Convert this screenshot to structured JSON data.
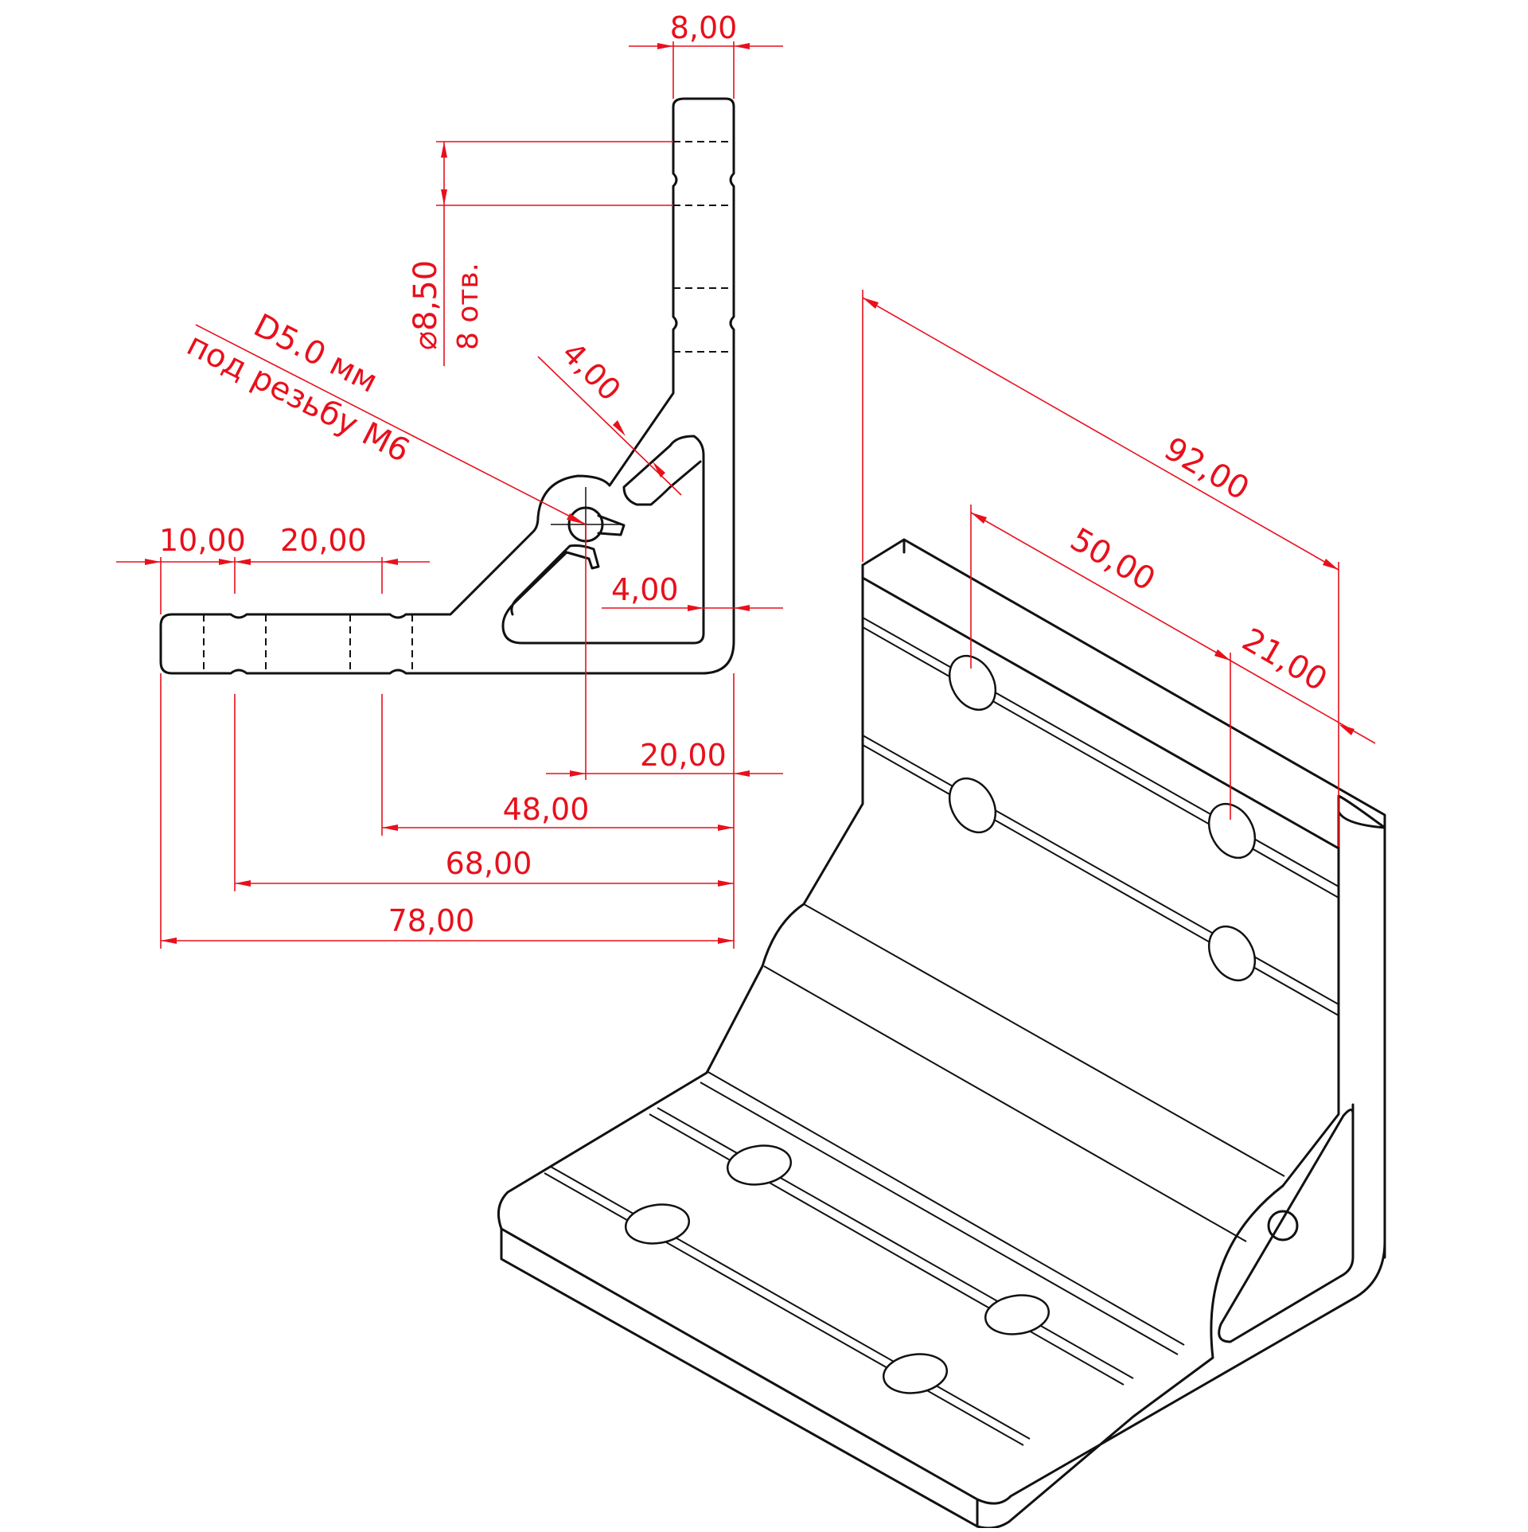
{
  "drawing": {
    "part": "angle-bracket",
    "line_color": "#111111",
    "dimension_color": "#e8101c",
    "background": "#ffffff"
  },
  "dimensions": {
    "thickness_top": "8,00",
    "hole_dia": "⌀8,50",
    "hole_count": "8 отв.",
    "tap_line1": "D5.0 мм",
    "tap_line2": "под резьбу М6",
    "diag_wall": "4,00",
    "pitch_first": "10,00",
    "pitch_second": "20,00",
    "inner_wall": "4,00",
    "center_offset": "20,00",
    "d48": "48,00",
    "d68": "68,00",
    "d78": "78,00",
    "length_total": "92,00",
    "length_50": "50,00",
    "length_21": "21,00"
  }
}
